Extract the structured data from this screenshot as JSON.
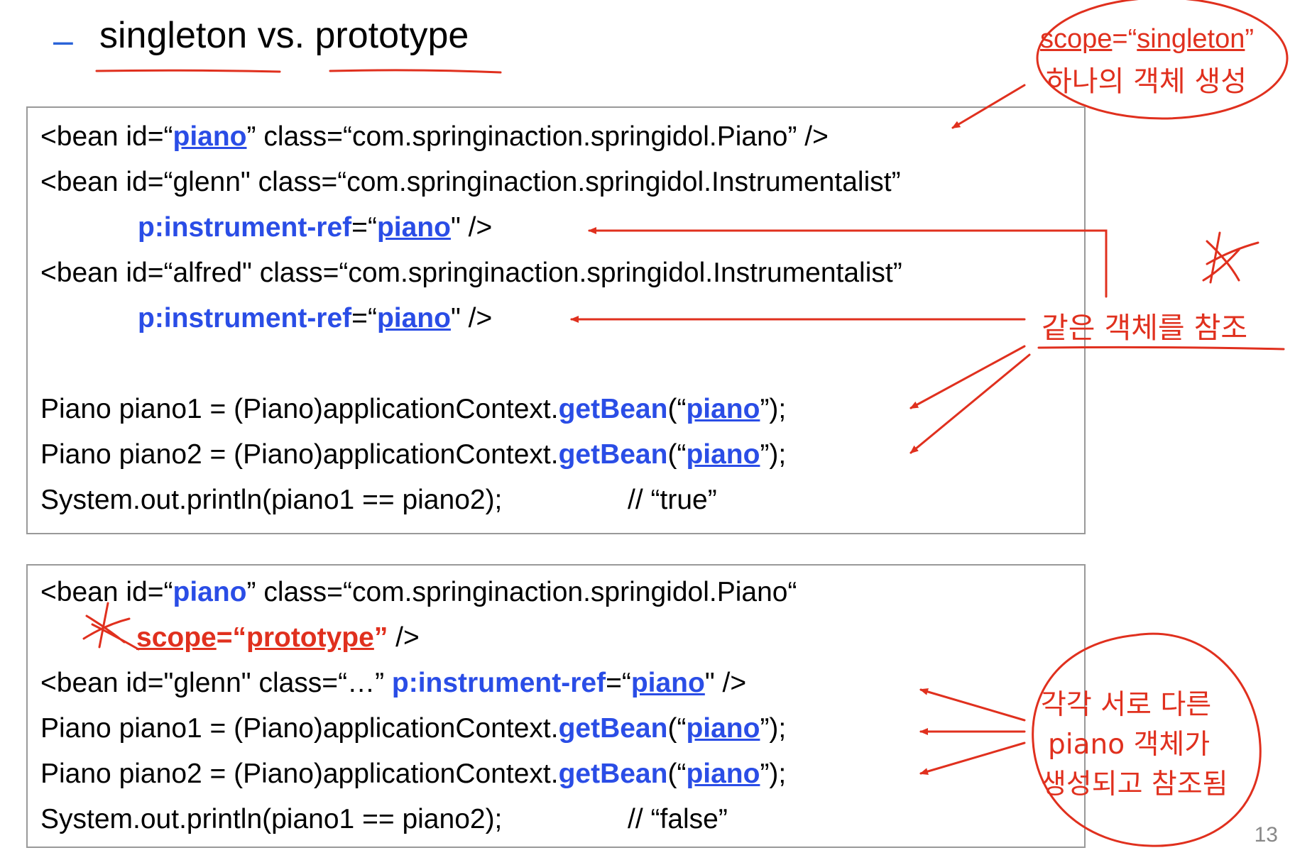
{
  "slide": {
    "bullet": "–",
    "heading": "singleton vs. prototype",
    "page_number": "13"
  },
  "singleton_block": {
    "l1_a": "<bean id=“",
    "l1_b": "piano",
    "l1_c": "” class=“com.springinaction.springidol.Piano” />",
    "l2": "<bean id=“glenn\" class=“com.springinaction.springidol.Instrumentalist”",
    "l3_a": "p:instrument-ref",
    "l3_b": "=“",
    "l3_c": "piano",
    "l3_d": "\" />",
    "l4": "<bean id=“alfred\" class=“com.springinaction.springidol.Instrumentalist”",
    "l5_a": "p:instrument-ref",
    "l5_b": "=“",
    "l5_c": "piano",
    "l5_d": "\" />",
    "l6_a": "Piano piano1 = (Piano)applicationContext.",
    "l6_b": "getBean",
    "l6_c": "(“",
    "l6_d": "piano",
    "l6_e": "”);",
    "l7_a": "Piano piano2 = (Piano)applicationContext.",
    "l7_b": "getBean",
    "l7_c": "(“",
    "l7_d": "piano",
    "l7_e": "”);",
    "l8_a": "System.out.println(piano1 == piano2);",
    "l8_b": "// “true”"
  },
  "prototype_block": {
    "l1_a": "<bean id=“",
    "l1_b": "piano",
    "l1_c": "” class=“com.springinaction.springidol.Piano“",
    "l2_a": "scope",
    "l2_b": "=“",
    "l2_c": "prototype",
    "l2_d": "”",
    "l2_e": " />",
    "l3_a": "<bean id=\"glenn\" class=“…”  ",
    "l3_b": "p:instrument-ref",
    "l3_c": "=“",
    "l3_d": "piano",
    "l3_e": "\" />",
    "l4_a": "Piano piano1 = (Piano)applicationContext.",
    "l4_b": "getBean",
    "l4_c": "(“",
    "l4_d": "piano",
    "l4_e": "”);",
    "l5_a": "Piano piano2 = (Piano)applicationContext.",
    "l5_b": "getBean",
    "l5_c": "(“",
    "l5_d": "piano",
    "l5_e": "”);",
    "l6_a": "System.out.println(piano1 == piano2);",
    "l6_b": "// “false”"
  },
  "annotations": {
    "singleton_a": "scope",
    "singleton_b": "=“",
    "singleton_c": "singleton",
    "singleton_d": "”",
    "singleton_note": "하나의 객체 생성",
    "same_object": "같은 객체를 참조",
    "different_1": "각각 서로 다른",
    "different_2": "piano 객체가",
    "different_3": "생성되고 참조됨"
  },
  "colors": {
    "keyword_blue": "#2a4de6",
    "annotation_red": "#e0301e",
    "bullet_blue": "#2a63d8",
    "box_border": "#999999"
  }
}
